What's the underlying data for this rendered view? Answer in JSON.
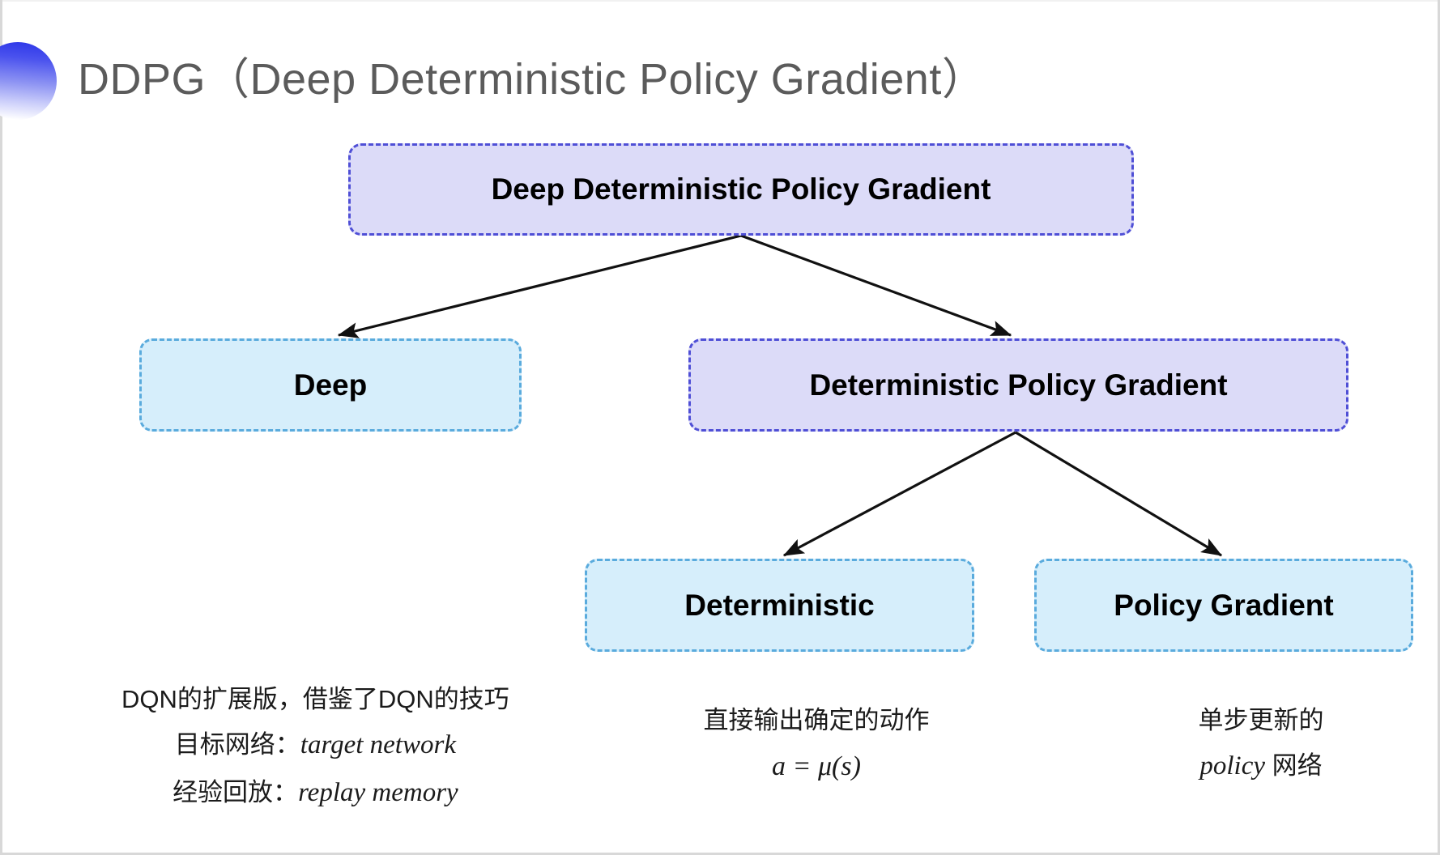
{
  "slide": {
    "title": "DDPG（Deep Deterministic Policy Gradient）",
    "accent_purple": "#4f4fd6",
    "accent_purple_fill": "#dcdbf8",
    "accent_cyan": "#5aabdd",
    "accent_cyan_fill": "#d6eefb",
    "title_color": "#5b5b5b",
    "background": "#ffffff"
  },
  "diagram": {
    "type": "tree",
    "nodes": [
      {
        "id": "root",
        "label": "Deep Deterministic Policy Gradient",
        "style": "purple"
      },
      {
        "id": "deep",
        "label": "Deep",
        "style": "cyan"
      },
      {
        "id": "dpg",
        "label": "Deterministic Policy Gradient",
        "style": "purple"
      },
      {
        "id": "det",
        "label": "Deterministic",
        "style": "cyan"
      },
      {
        "id": "pg",
        "label": "Policy Gradient",
        "style": "cyan"
      }
    ],
    "edges": [
      {
        "from": "root",
        "to": "deep"
      },
      {
        "from": "root",
        "to": "dpg"
      },
      {
        "from": "dpg",
        "to": "det"
      },
      {
        "from": "dpg",
        "to": "pg"
      }
    ]
  },
  "captions": {
    "deep": {
      "line1": "DQN的扩展版，借鉴了DQN的技巧",
      "line2_label": "目标网络：",
      "line2_term": "target network",
      "line3_label": "经验回放：",
      "line3_term": "replay memory"
    },
    "deterministic": {
      "line1": "直接输出确定的动作",
      "formula": "a = μ(s)"
    },
    "policy_gradient": {
      "line1": "单步更新的",
      "line2_term": "policy",
      "line2_suffix": "网络"
    }
  }
}
